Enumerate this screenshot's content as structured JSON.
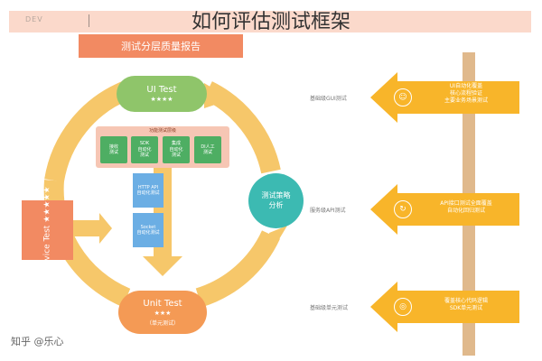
{
  "header": {
    "title": "如何评估测试框架",
    "left_text": "DEV"
  },
  "diagram": {
    "top_box": "测试分层质量报告",
    "ui_test": {
      "label": "UI Test",
      "stars": "★★★★"
    },
    "green_frame_label": "功能测试层级",
    "green_boxes": [
      "接收\n测试",
      "SDK\n自动化\n测试",
      "集成\n自动化\n测试",
      "DI人工\n测试"
    ],
    "blue_boxes": [
      "HTTP API\n自动化测试",
      "Socket\n自动化测试"
    ],
    "service_test": {
      "label": "Service Test",
      "stars": "★★★★★"
    },
    "teal_circle": "测试策略\n分析",
    "unit_test": {
      "label": "Unit Test",
      "stars": "★★★",
      "sub": "（单元测试）"
    }
  },
  "arrows": [
    {
      "text": "UI自动化覆盖\n核心流程验证\n主要业务场景测试",
      "side_label": "基础级GUI测试",
      "icon": "user-icon"
    },
    {
      "text": "API接口测试全面覆盖\n自动化回归测试",
      "side_label": "服务级API测试",
      "icon": "cycle-icon"
    },
    {
      "text": "覆盖核心代码逻辑\nSDK单元测试",
      "side_label": "基础级单元测试",
      "icon": "target-icon"
    }
  ],
  "watermark": "知乎 @乐心",
  "colors": {
    "orange": "#f28a62",
    "yellow": "#f6c350",
    "green": "#8fc56a",
    "teal": "#3cbab2",
    "blue": "#6baee4"
  }
}
